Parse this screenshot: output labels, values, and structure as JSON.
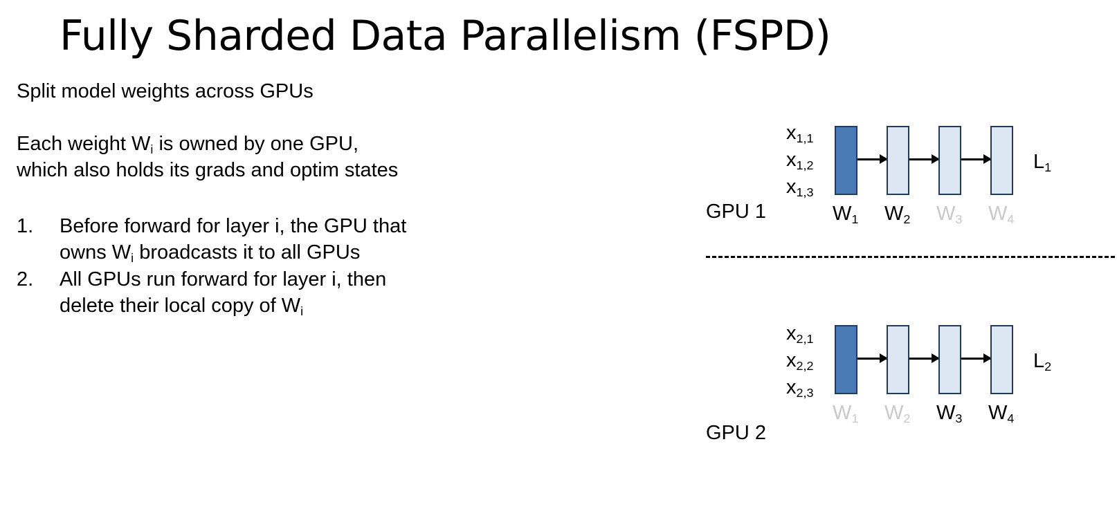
{
  "title": "Fully Sharded Data Parallelism (FSPD)",
  "intro": "Split model weights across GPUs",
  "ownership": {
    "l1_pre": "Each weight W",
    "l1_sub": "i",
    "l1_post": " is owned by one GPU,",
    "l2": "which also holds its grads and optim states"
  },
  "steps": [
    {
      "num": "1.",
      "line1": "Before forward for layer i, the GPU that",
      "line2_pre": "owns W",
      "line2_sub": "i",
      "line2_post": " broadcasts it to all GPUs"
    },
    {
      "num": "2.",
      "line1": "All GPUs run forward for layer i, then",
      "line2_pre": "delete their local copy of W",
      "line2_sub": "i",
      "line2_post": ""
    }
  ],
  "gpus": [
    {
      "label": "GPU 1",
      "inputs": [
        {
          "base": "x",
          "sub": "1,1"
        },
        {
          "base": "x",
          "sub": "1,2"
        },
        {
          "base": "x",
          "sub": "1,3"
        }
      ],
      "loss": {
        "base": "L",
        "sub": "1"
      },
      "weights": [
        {
          "base": "W",
          "sub": "1",
          "owned": true
        },
        {
          "base": "W",
          "sub": "2",
          "owned": true
        },
        {
          "base": "W",
          "sub": "3",
          "owned": false
        },
        {
          "base": "W",
          "sub": "4",
          "owned": false
        }
      ]
    },
    {
      "label": "GPU 2",
      "inputs": [
        {
          "base": "x",
          "sub": "2,1"
        },
        {
          "base": "x",
          "sub": "2,2"
        },
        {
          "base": "x",
          "sub": "2,3"
        }
      ],
      "loss": {
        "base": "L",
        "sub": "2"
      },
      "weights": [
        {
          "base": "W",
          "sub": "1",
          "owned": false
        },
        {
          "base": "W",
          "sub": "2",
          "owned": false
        },
        {
          "base": "W",
          "sub": "3",
          "owned": true
        },
        {
          "base": "W",
          "sub": "4",
          "owned": true
        }
      ]
    }
  ],
  "colors": {
    "active_box": "#4a7bb5",
    "idle_box": "#dce7f3",
    "box_border": "#1f3a5a",
    "dim_text": "#c9c9c9"
  }
}
